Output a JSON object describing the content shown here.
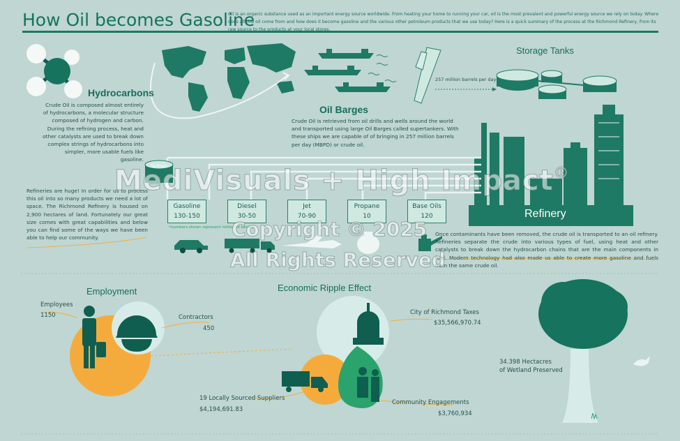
{
  "header": {
    "title": "How Oil becomes Gasoline",
    "intro": "Oil is an organic substance used as an important energy source worldwide. From heating your home to running your car, oil is the most prevalent and powerful energy source we rely on today. Where does all this oil come from and how does it become gasoline and the various other petroleum products that we use today? Here is a quick summary of the process at the Richmond Refinery, from its raw source to the products at your local stores."
  },
  "hydrocarbons": {
    "title": "Hydrocarbons",
    "text": "Crude Oil is composed almost entirely of hydrocarbons, a molecular structure composed of hydrogen and carbon. During the refining process, heat and other catalysts are used to break down complex strings of hydrocarbons into simpler, more usable fuels like gasoline."
  },
  "barges": {
    "title": "Oil Barges",
    "text": "Crude Oil is retrieved from oil drills and wells around the world and transported using large Oil Barges called supertankers. With these ships we are capable of of bringing in 257 million barrels per day (MBPD) or crude oil."
  },
  "storage": {
    "title": "Storage Tanks",
    "rate": "257 million barrels per day"
  },
  "refinery": {
    "title": "Refinery",
    "text": "Once contaminants have been removed, the crude oil is transported to an oil refinery. Refineries separate the crude into various types of fuel, using heat and other catalysts to break down the hydrocarbon chains that are the main components in fuel. Modern technology had also made us able to create more gasoline and fuels from the same crude oil."
  },
  "techron": "Techron",
  "products": [
    {
      "name": "Gasoline",
      "value": "130-150"
    },
    {
      "name": "Diesel",
      "value": "30-50"
    },
    {
      "name": "Jet",
      "value": "70-90"
    },
    {
      "name": "Propane",
      "value": "10"
    },
    {
      "name": "Base Oils",
      "value": "120"
    }
  ],
  "products_note": "*numbers shown represent million of barrels",
  "community": {
    "text": "Refineries are huge! In order for us to process this oil into so many products we need a lot of space. The Richmond Refinery is housed on 2,900 hectares of land. Fortunately our great size comes with great capabilities and below you can find some of the ways we have been able to help our community."
  },
  "employment": {
    "title": "Employment",
    "employees_label": "Employees",
    "employees_value": "1150",
    "contractors_label": "Contractors",
    "contractors_value": "450"
  },
  "ripple": {
    "title": "Economic Ripple Effect",
    "taxes_label": "City of Richmond Taxes",
    "taxes_value": "$35,566,970.74",
    "suppliers_label": "19 Locally Sourced Suppliers",
    "suppliers_value": "$4,194,691.83",
    "engagements_label": "Community Engagements",
    "engagements_value": "$3,760,934"
  },
  "wetland": {
    "line1": "34.398 Hectacres",
    "line2": "of Wetland Preserved"
  },
  "watermark": {
    "line1": "MediVisuals + High Impact",
    "reg": "®",
    "line2": "Copyright © 2025",
    "line3": "All Rights Reserved"
  },
  "colors": {
    "background": "#bfd6d3",
    "primary": "#15735e",
    "dark": "#0f5e4f",
    "light": "#d7ece9",
    "orange": "#f5ab3c",
    "green": "#2aa36c"
  }
}
